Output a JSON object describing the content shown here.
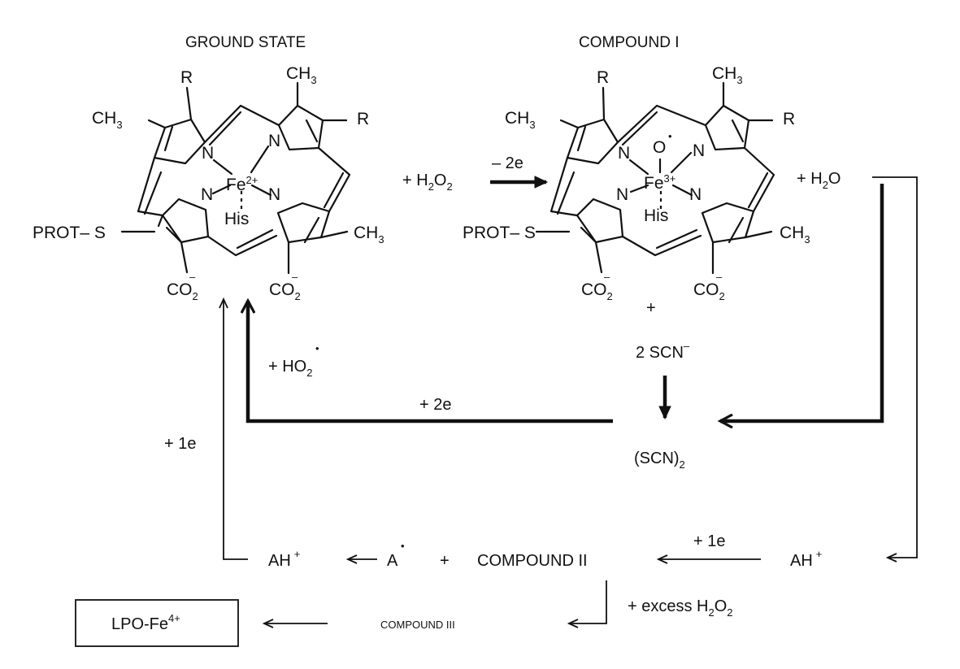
{
  "titles": {
    "ground_state": "GROUND STATE",
    "compound_i": "COMPOUND I"
  },
  "ground": {
    "r_top": "R",
    "ch3_top": "CH",
    "ch3_top_sub": "3",
    "ch3_left": "CH",
    "ch3_left_sub": "3",
    "r_right": "R",
    "n": "N",
    "fe": "Fe",
    "fe_charge": "2+",
    "his": "His",
    "prot_s": "PROT– S",
    "ch3_right": "CH",
    "ch3_right_sub": "3",
    "co2": "CO",
    "co2_sub": "2",
    "co2_sup": "–"
  },
  "compound1": {
    "r_top": "R",
    "ch3_top": "CH",
    "ch3_top_sub": "3",
    "ch3_left": "CH",
    "ch3_left_sub": "3",
    "r_right": "R",
    "n": "N",
    "o": "O",
    "o_dot": "•",
    "fe": "Fe",
    "fe_charge": "3+",
    "his": "His",
    "prot_s": "PROT– S",
    "ch3_right": "CH",
    "ch3_right_sub": "3",
    "co2": "CO",
    "co2_sub": "2",
    "co2_sup": "–"
  },
  "reactions": {
    "plus_h2o2": "+ H",
    "plus_h2o2_sub": "2",
    "plus_h2o2_tail": "O",
    "plus_h2o2_sub2": "2",
    "minus_2e": "– 2e",
    "plus_h2o": "+ H",
    "plus_h2o_sub": "2",
    "plus_h2o_tail": "O",
    "plus": "+",
    "two_scn": "2 SCN",
    "two_scn_sup": "–",
    "scn2": "(SCN)",
    "scn2_sub": "2",
    "plus_ho2": "+ HO",
    "plus_ho2_sub": "2",
    "plus_ho2_dot": "•",
    "plus_2e": "+ 2e",
    "plus_1e_left": "+ 1e",
    "plus_1e_right": "+ 1e",
    "ah_left": "AH",
    "ah_left_sup": "+",
    "a_radical": "A",
    "a_dot": "•",
    "plus_mid": "+",
    "compound_ii": "COMPOUND II",
    "ah_right": "AH",
    "ah_right_sup": "+",
    "excess": "+ excess H",
    "excess_sub": "2",
    "excess_tail": "O",
    "excess_sub2": "2",
    "compound_iii": "COMPOUND III",
    "lpo": "LPO-Fe",
    "lpo_sup": "4+"
  }
}
